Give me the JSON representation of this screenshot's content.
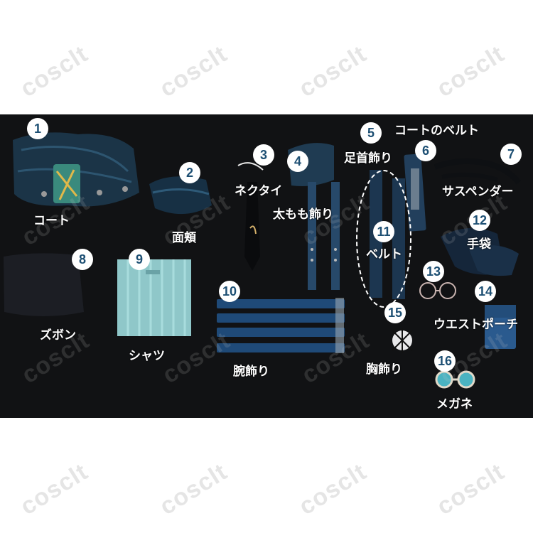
{
  "watermark": "cosclt",
  "colors": {
    "background": "#ffffff",
    "photo": "#111214",
    "badge_fill": "#ffffff",
    "badge_text": "#1d4f73",
    "label": "#ffffff"
  },
  "items": [
    {
      "number": "1",
      "label": "コート"
    },
    {
      "number": "2",
      "label": "面頬"
    },
    {
      "number": "3",
      "label": "ネクタイ"
    },
    {
      "number": "4",
      "label": "太もも飾り"
    },
    {
      "number": "5",
      "label": "足首飾り"
    },
    {
      "number": "6",
      "label": "コートのベルト"
    },
    {
      "number": "7",
      "label": "サスペンダー"
    },
    {
      "number": "8",
      "label": "ズボン"
    },
    {
      "number": "9",
      "label": "シャツ"
    },
    {
      "number": "10",
      "label": "腕飾り"
    },
    {
      "number": "11",
      "label": "ベルト"
    },
    {
      "number": "12",
      "label": "手袋"
    },
    {
      "number": "13",
      "label": ""
    },
    {
      "number": "14",
      "label": "ウエストポーチ"
    },
    {
      "number": "15",
      "label": "胸飾り"
    },
    {
      "number": "16",
      "label": "メガネ"
    }
  ]
}
